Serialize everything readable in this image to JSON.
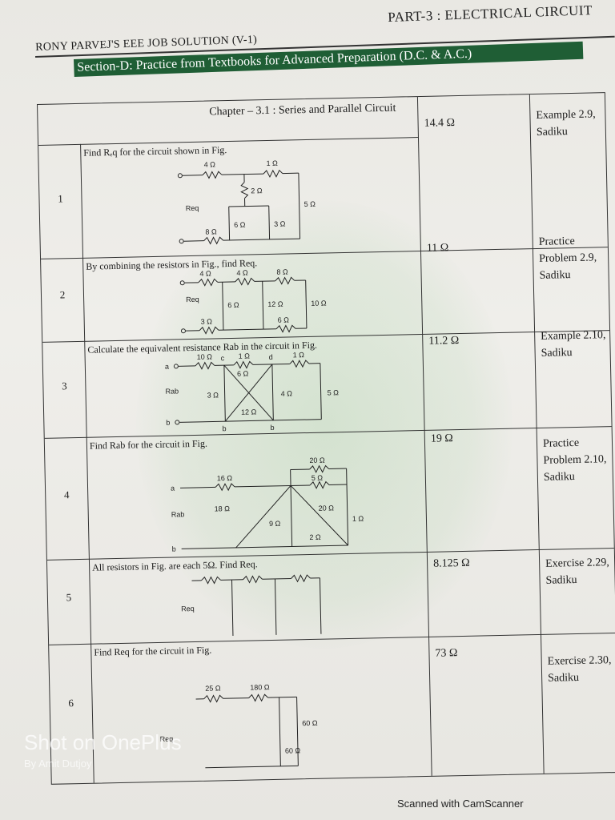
{
  "header": {
    "part": "PART-3 : ELECTRICAL CIRCUIT",
    "brand": "RONY PARVEJ'S EEE JOB SOLUTION (V-1)",
    "section": "Section-D: Practice from Textbooks for Advanced Preparation (D.C. & A.C.)"
  },
  "table": {
    "chapter": "Chapter – 3.1 : Series and Parallel Circuit",
    "rows": [
      {
        "num": "1",
        "question": "Find Rₑq for the circuit shown in Fig.",
        "answer": "14.4 Ω",
        "ref": "Example 2.9, Sadiku",
        "labels": [
          "4 Ω",
          "1 Ω",
          "2 Ω",
          "5 Ω",
          "6 Ω",
          "3 Ω",
          "8 Ω",
          "Req"
        ]
      },
      {
        "num": "2",
        "question": "By combining the resistors in Fig., find Req.",
        "answer": "11 Ω",
        "ref": "Practice Problem 2.9, Sadiku",
        "labels": [
          "4 Ω",
          "4 Ω",
          "8 Ω",
          "6 Ω",
          "12 Ω",
          "10 Ω",
          "3 Ω",
          "6 Ω",
          "Req"
        ]
      },
      {
        "num": "3",
        "question": "Calculate the equivalent resistance Rab in the circuit in Fig.",
        "answer": "11.2 Ω",
        "ref": "Example 2.10, Sadiku",
        "labels": [
          "10 Ω",
          "c",
          "1 Ω",
          "d",
          "1 Ω",
          "6 Ω",
          "a",
          "Rab",
          "3 Ω",
          "4 Ω",
          "5 Ω",
          "12 Ω",
          "b",
          "b",
          "b"
        ]
      },
      {
        "num": "4",
        "question": "Find Rab for the circuit in Fig.",
        "answer": "19 Ω",
        "ref": "Practice Problem 2.10, Sadiku",
        "labels": [
          "20 Ω",
          "16 Ω",
          "5 Ω",
          "a",
          "Rab",
          "18 Ω",
          "20 Ω",
          "9 Ω",
          "1 Ω",
          "2 Ω",
          "b"
        ]
      },
      {
        "num": "5",
        "question": "All resistors in Fig. are each 5Ω. Find Req.",
        "answer": "8.125 Ω",
        "ref": "Exercise 2.29, Sadiku",
        "labels": [
          "Req"
        ]
      },
      {
        "num": "6",
        "question": "Find Req for the circuit in Fig.",
        "answer": "73 Ω",
        "ref": "Exercise 2.30, Sadiku",
        "labels": [
          "25 Ω",
          "180 Ω",
          "60 Ω",
          "Req",
          "60 Ω"
        ]
      }
    ]
  },
  "footer": {
    "shot": "Shot on OnePlus",
    "by": "By Amit Dutjoy",
    "scan": "Scanned with CamScanner"
  }
}
